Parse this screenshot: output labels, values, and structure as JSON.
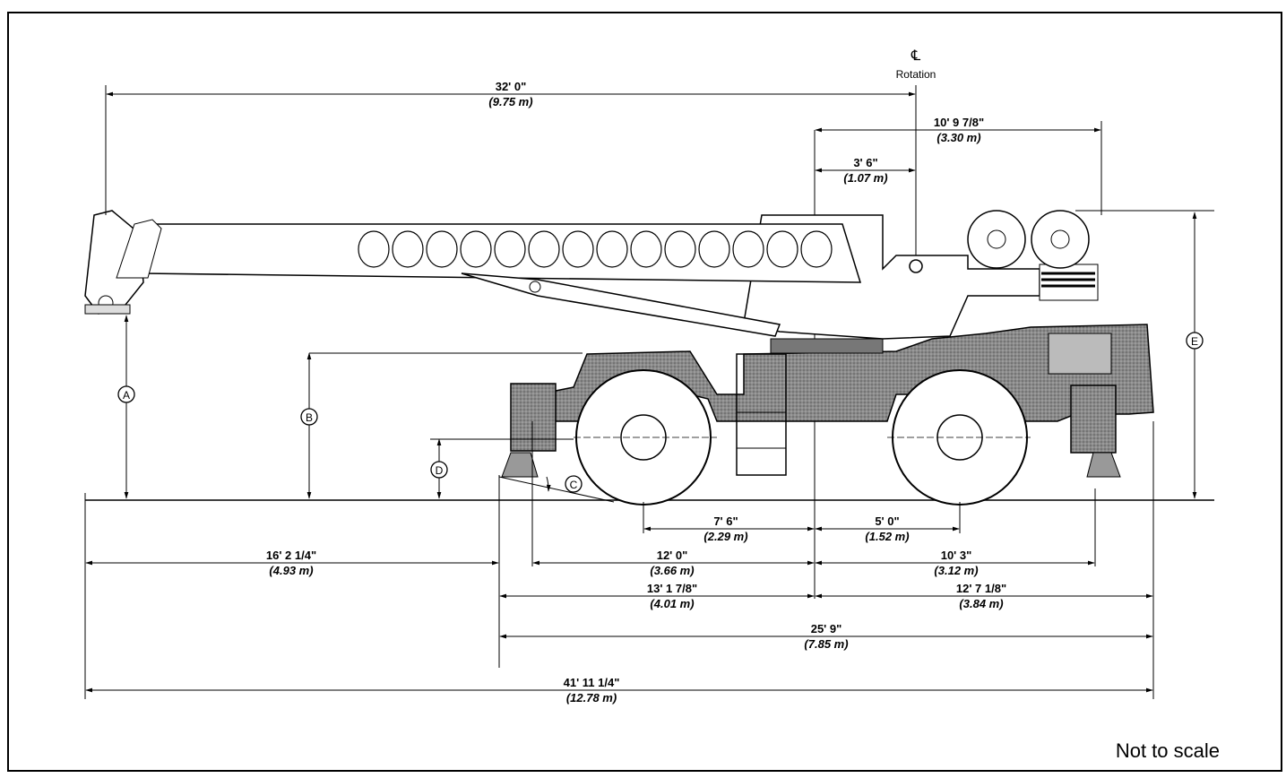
{
  "centerline": {
    "symbol": "℄",
    "label": "Rotation"
  },
  "dimensions": [
    {
      "id": "boom-reach",
      "imperial": "32' 0\"",
      "metric": "(9.75 m)"
    },
    {
      "id": "rear-overhang-outer",
      "imperial": "10' 9 7/8\"",
      "metric": "(3.30 m)"
    },
    {
      "id": "rotation-offset",
      "imperial": "3' 6\"",
      "metric": "(1.07 m)"
    },
    {
      "id": "front-axle-to-rotation",
      "imperial": "7' 6\"",
      "metric": "(2.29 m)"
    },
    {
      "id": "rotation-to-rear-axle",
      "imperial": "5' 0\"",
      "metric": "(1.52 m)"
    },
    {
      "id": "boom-overhang",
      "imperial": "16' 2 1/4\"",
      "metric": "(4.93 m)"
    },
    {
      "id": "front-outrigger-to-rotation",
      "imperial": "12' 0\"",
      "metric": "(3.66 m)"
    },
    {
      "id": "rotation-to-rear-outrigger",
      "imperial": "10' 3\"",
      "metric": "(3.12 m)"
    },
    {
      "id": "front-to-rotation",
      "imperial": "13' 1 7/8\"",
      "metric": "(4.01 m)"
    },
    {
      "id": "rotation-to-rear",
      "imperial": "12' 7 1/8\"",
      "metric": "(3.84 m)"
    },
    {
      "id": "carrier-length",
      "imperial": "25' 9\"",
      "metric": "(7.85 m)"
    },
    {
      "id": "overall-length",
      "imperial": "41' 11 1/4\"",
      "metric": "(12.78 m)"
    }
  ],
  "callouts": {
    "a": "A",
    "b": "B",
    "c": "C",
    "d": "D",
    "e": "E"
  },
  "note": "Not to scale"
}
